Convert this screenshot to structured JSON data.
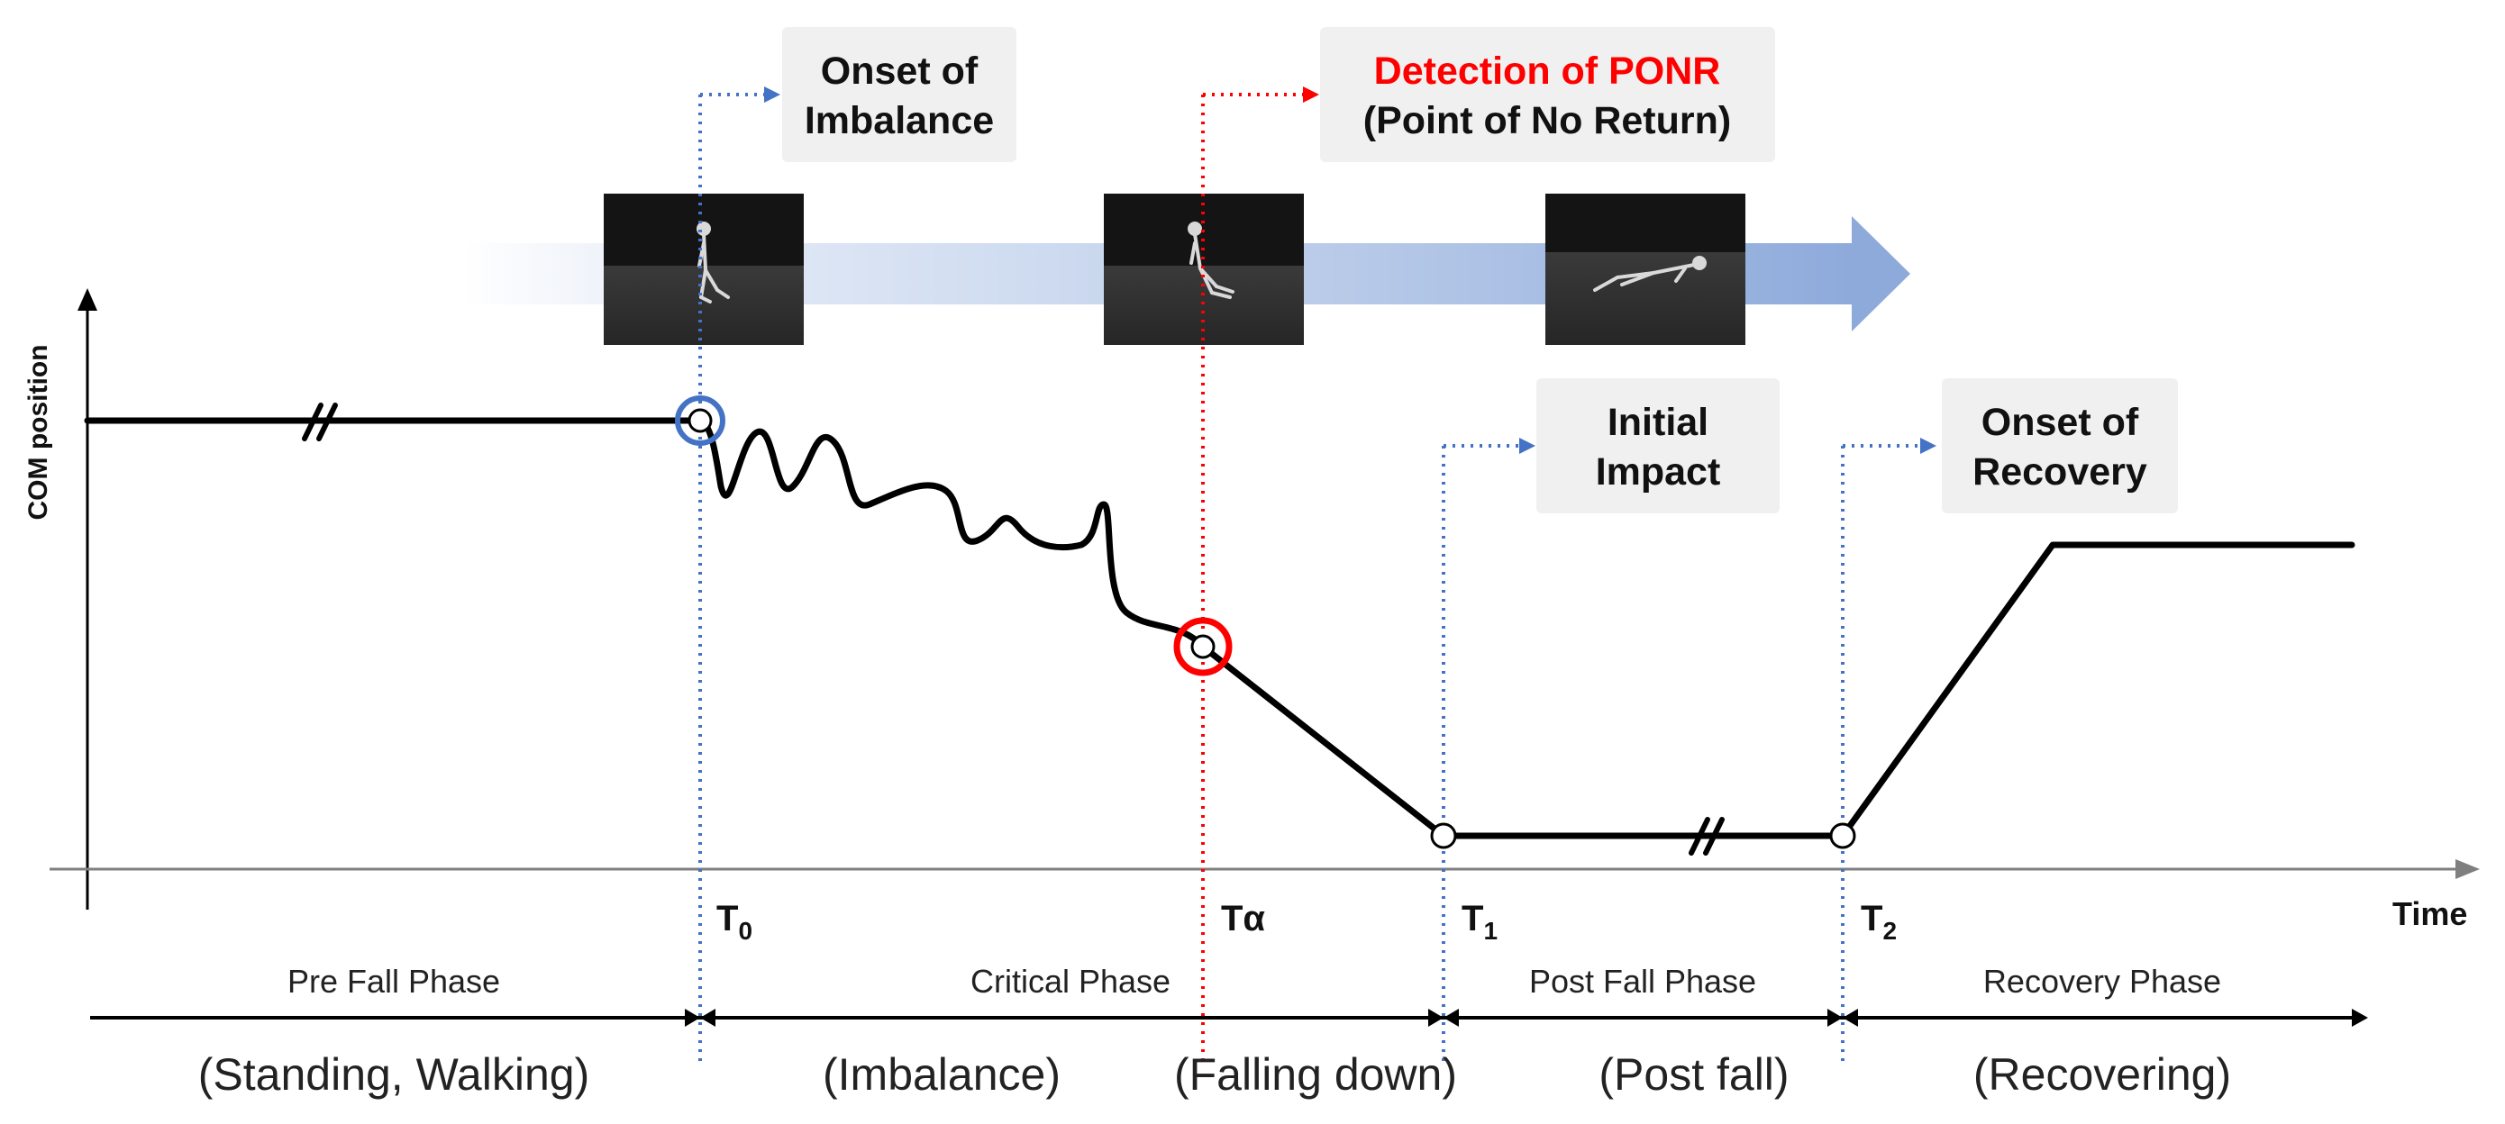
{
  "y_axis_label": "COM position",
  "x_axis_label": "Time",
  "events": {
    "onset_imbalance": {
      "line1": "Onset of",
      "line2": "Imbalance"
    },
    "ponr": {
      "line1": "Detection of PONR",
      "line2": "(Point of No Return)"
    },
    "initial_impact": {
      "line1": "Initial",
      "line2": "Impact"
    },
    "onset_recovery": {
      "line1": "Onset of",
      "line2": "Recovery"
    }
  },
  "time_marks": {
    "t0": {
      "base": "T",
      "sub": "0"
    },
    "talpha": {
      "base": "Tα",
      "sub": ""
    },
    "t1": {
      "base": "T",
      "sub": "1"
    },
    "t2": {
      "base": "T",
      "sub": "2"
    }
  },
  "phases": [
    {
      "name": "Pre Fall Phase",
      "desc": "(Standing, Walking)"
    },
    {
      "name": "Critical Phase",
      "desc": "(Imbalance)"
    },
    {
      "name": "",
      "desc": "(Falling down)"
    },
    {
      "name": "Post Fall Phase",
      "desc": "(Post fall)"
    },
    {
      "name": "Recovery Phase",
      "desc": "(Recovering)"
    }
  ],
  "colors": {
    "onset_marker": "#4472c4",
    "ponr_marker": "#ff0000",
    "guide_line": "#4472c4",
    "ponr_line": "#ff0000",
    "curve": "#000000",
    "box_fill": "#f0f0f0",
    "frame_bg": "#111111",
    "progress_arrow": "#b4c7e7"
  },
  "frames": [
    {
      "pose": "standing-figure"
    },
    {
      "pose": "leaning-figure"
    },
    {
      "pose": "lying-figure"
    }
  ]
}
